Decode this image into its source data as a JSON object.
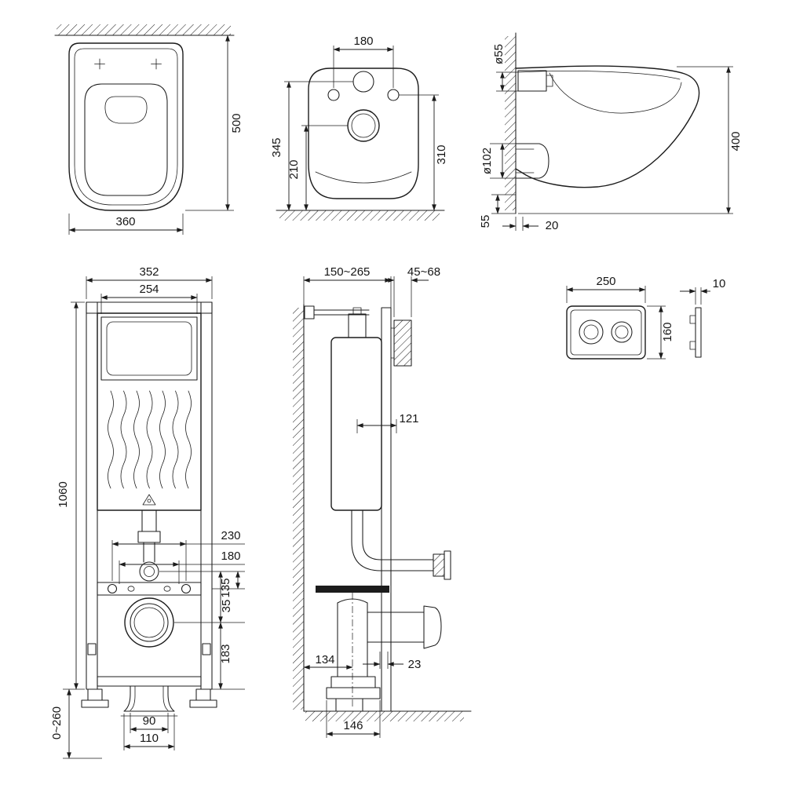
{
  "views": {
    "toilet_top": {
      "depth": "500",
      "width": "360"
    },
    "toilet_rear": {
      "hole_spacing": "180",
      "height_inlet": "345",
      "height_outlet": "210",
      "height_holes": "310"
    },
    "toilet_side": {
      "inlet_dia": "ø55",
      "outlet_dia": "ø102",
      "length": "400",
      "bottom_offset": "55",
      "wall_gap": "20"
    },
    "frame_front": {
      "width_outer": "352",
      "width_inner": "254",
      "height": "1060",
      "span_230": "230",
      "span_180": "180",
      "drop_135": "135",
      "offset_35": "35",
      "height_183": "183",
      "outlet_90": "90",
      "outlet_110": "110",
      "foot_range": "0~260"
    },
    "frame_side": {
      "depth_range": "150~265",
      "plate_range": "45~68",
      "dim_121": "121",
      "dim_23": "23",
      "dim_134": "134",
      "dim_146": "146"
    },
    "flush_plate": {
      "width": "250",
      "height": "160",
      "thickness": "10"
    }
  }
}
